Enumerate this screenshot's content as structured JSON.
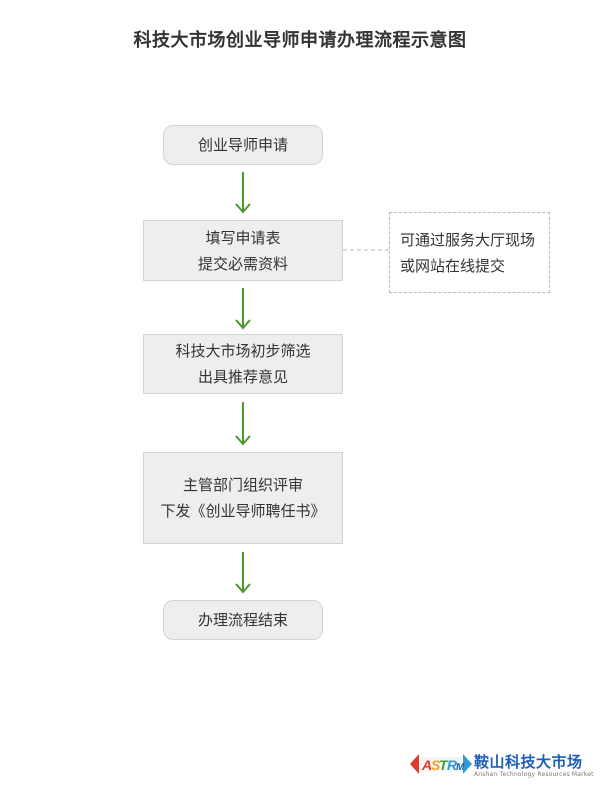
{
  "title": "科技大市场创业导师申请办理流程示意图",
  "steps": [
    {
      "lines": [
        "创业导师申请"
      ]
    },
    {
      "lines": [
        "填写申请表",
        "提交必需资料"
      ]
    },
    {
      "lines": [
        "科技大市场初步筛选",
        "出具推荐意见"
      ]
    },
    {
      "lines": [
        "主管部门组织评审",
        "下发《创业导师聘任书》"
      ]
    },
    {
      "lines": [
        "办理流程结束"
      ]
    }
  ],
  "note": {
    "lines": [
      "可通过服务大厅现场",
      "或网站在线提交"
    ]
  },
  "colors": {
    "arrow": "#4a9a2a",
    "node_fill": "#eeeeee",
    "node_border": "#d4d4d4",
    "note_border": "#b8b8b8",
    "logo_blue": "#1f5fb3"
  },
  "logo": {
    "mark": "ASTRM",
    "name": "鞍山科技大市场",
    "tagline": "Anshan Technology Resources Market"
  }
}
